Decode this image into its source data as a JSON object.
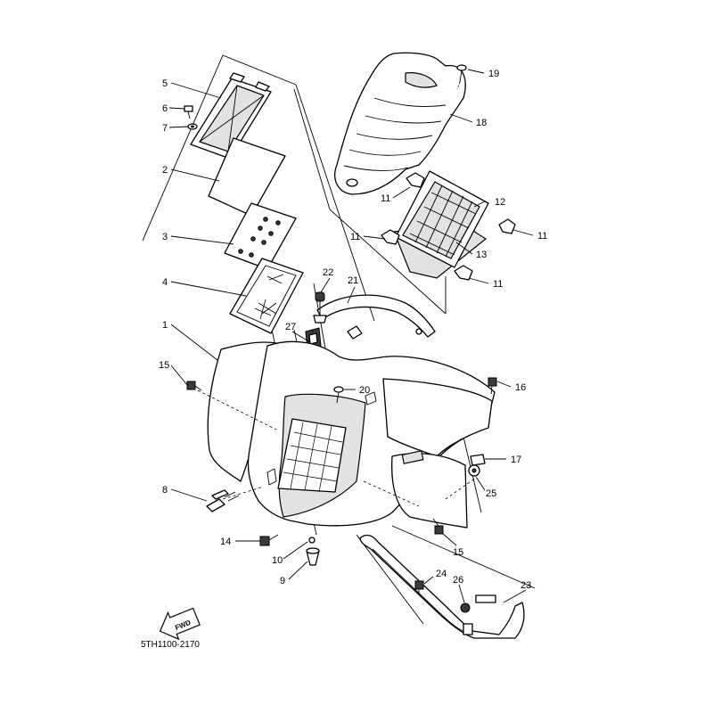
{
  "diagram_code": "5TH1100-2170",
  "fwd_label": "FWD",
  "callouts": {
    "c1": "1",
    "c2": "2",
    "c3": "3",
    "c4": "4",
    "c5": "5",
    "c6": "6",
    "c7": "7",
    "c8": "8",
    "c9": "9",
    "c10": "10",
    "c11a": "11",
    "c11b": "11",
    "c11c": "11",
    "c11d": "11",
    "c12": "12",
    "c13": "13",
    "c14": "14",
    "c15a": "15",
    "c15b": "15",
    "c16": "16",
    "c17": "17",
    "c18": "18",
    "c19": "19",
    "c20": "20",
    "c21": "21",
    "c22": "22",
    "c23": "23",
    "c24": "24",
    "c25": "25",
    "c26": "26",
    "c27": "27"
  }
}
